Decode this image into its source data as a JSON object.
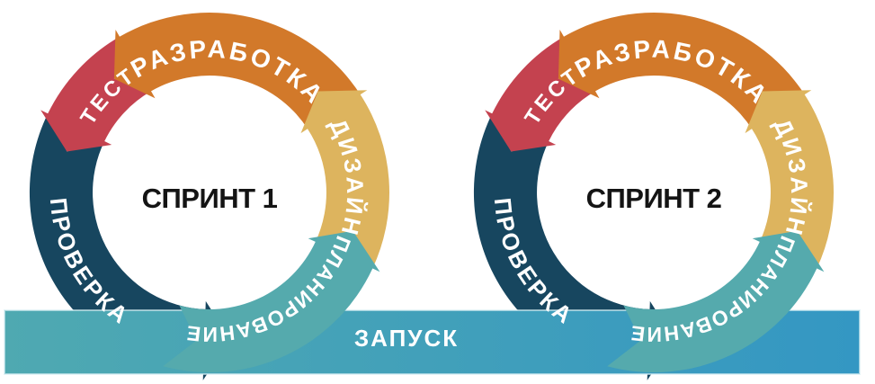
{
  "diagram": {
    "title_semantic": "sprint-cycle-infographic",
    "cycles": [
      {
        "title": "СПРИНТ 1"
      },
      {
        "title": "СПРИНТ 2"
      }
    ],
    "stages": [
      {
        "id": "development",
        "label": "РАЗРАБОТКА",
        "color": "#D2792A"
      },
      {
        "id": "design",
        "label": "ДИЗАЙН",
        "color": "#DDB45E"
      },
      {
        "id": "planning",
        "label": "ПЛАНИРОВАНИЕ",
        "color": "#55AAAD"
      },
      {
        "id": "review",
        "label": "ПРОВЕРКА",
        "color": "#17465F"
      },
      {
        "id": "test",
        "label": "ТЕСТ",
        "color": "#C4424F"
      }
    ],
    "launch_bar": {
      "label": "ЗАПУСК",
      "gradient_left": "#4FA9B1",
      "gradient_right": "#3497C3",
      "edge_color": "#CFE8EE",
      "text_color": "#FFFFFF"
    },
    "center_text_color": "#141414",
    "background_color": "#FFFFFF"
  }
}
